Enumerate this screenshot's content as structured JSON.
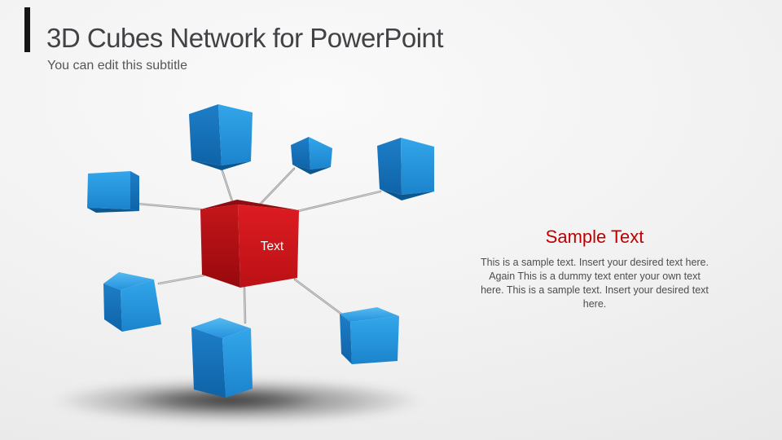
{
  "slide": {
    "title": "3D Cubes Network for PowerPoint",
    "subtitle": "You can edit this subtitle"
  },
  "diagram": {
    "center_cube_label": "Text",
    "center_node": {
      "shape": "3d-cube",
      "color": "#C9151B",
      "label": "Text"
    },
    "nodes": [
      {
        "id": "top-left",
        "shape": "3d-cube",
        "color": "#2196E0"
      },
      {
        "id": "top-middle-small",
        "shape": "3d-cube",
        "color": "#2196E0"
      },
      {
        "id": "top-right",
        "shape": "3d-cube",
        "color": "#2196E0"
      },
      {
        "id": "left",
        "shape": "3d-cube",
        "color": "#2196E0"
      },
      {
        "id": "bottom-left",
        "shape": "3d-cube",
        "color": "#2196E0"
      },
      {
        "id": "bottom-middle",
        "shape": "3d-cube",
        "color": "#2196E0"
      },
      {
        "id": "bottom-right",
        "shape": "3d-cube",
        "color": "#2196E0"
      }
    ],
    "connector_count": 7,
    "connector_color": "#9B9B9B",
    "shadow": "soft ellipse under network"
  },
  "sidebar_text": {
    "heading": "Sample Text",
    "heading_color": "#C00000",
    "body": "This is a sample text. Insert your desired text here. Again This is a dummy text enter your own text here. This is a sample text. Insert your desired text here."
  }
}
